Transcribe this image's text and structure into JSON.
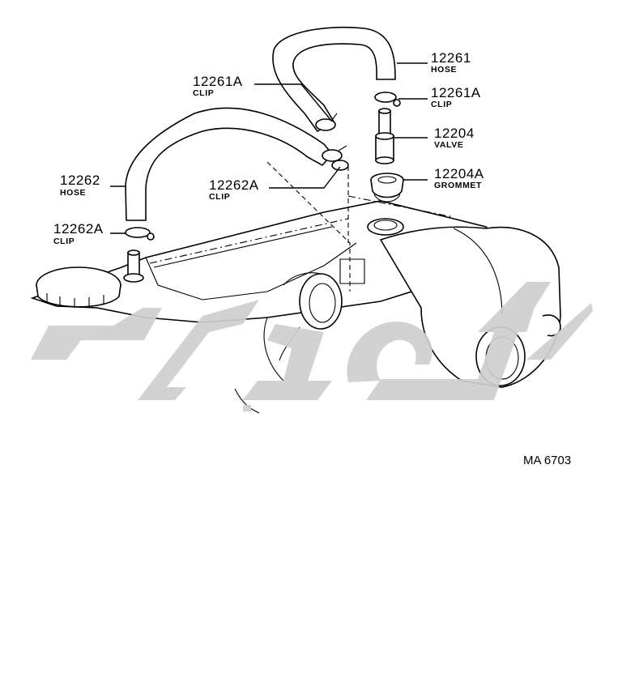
{
  "callouts": [
    {
      "id": "hose-12261",
      "number": "12261",
      "name": "HOSE"
    },
    {
      "id": "clip-12261a-left",
      "number": "12261A",
      "name": "CLIP"
    },
    {
      "id": "clip-12261a-right",
      "number": "12261A",
      "name": "CLIP"
    },
    {
      "id": "valve-12204",
      "number": "12204",
      "name": "VALVE"
    },
    {
      "id": "hose-12262",
      "number": "12262",
      "name": "HOSE"
    },
    {
      "id": "clip-12262a-mid",
      "number": "12262A",
      "name": "CLIP"
    },
    {
      "id": "grommet-12204a",
      "number": "12204A",
      "name": "GROMMET"
    },
    {
      "id": "clip-12262a-left",
      "number": "12262A",
      "name": "CLIP"
    }
  ],
  "diagram_code": "MA 6703",
  "watermark": "تويوتا",
  "colors": {
    "line": "#000000",
    "watermark": "#cfcfcf",
    "background": "#ffffff"
  }
}
